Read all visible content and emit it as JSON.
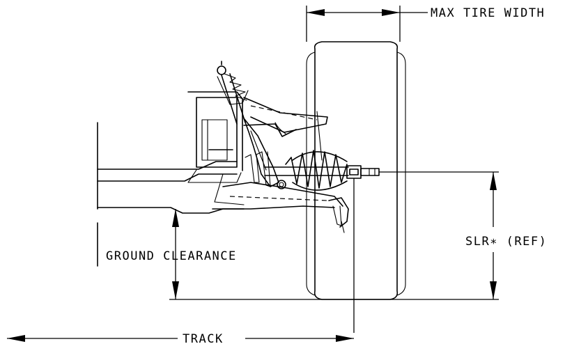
{
  "labels": {
    "max_tire_width": "MAX TIRE WIDTH",
    "ground_clearance": "GROUND CLEARANCE",
    "slr_ref": "SLR∗ (REF)",
    "track": "TRACK"
  },
  "colors": {
    "line": "#000000",
    "background": "#ffffff"
  }
}
